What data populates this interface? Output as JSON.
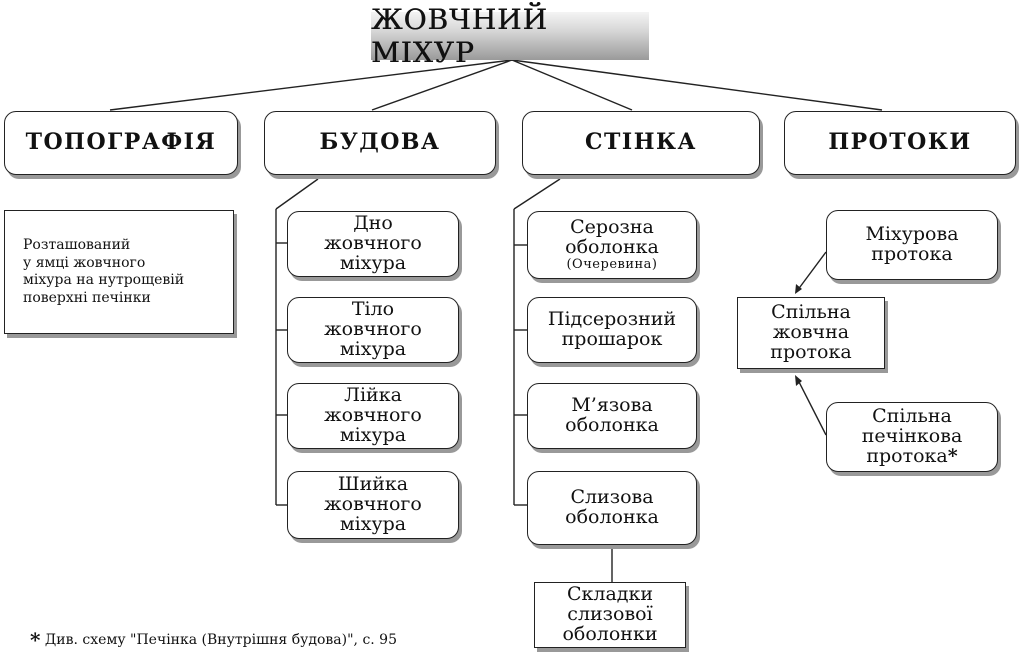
{
  "title": "ЖОВЧНИЙ МІХУР",
  "categories": {
    "topography": "ТОПОГРАФІЯ",
    "structure": "БУДОВА",
    "wall": "СТІНКА",
    "ducts": "ПРОТОКИ"
  },
  "topography_text": [
    "Розташований",
    "у ямці жовчного",
    "міхура на нутрощевій",
    "поверхні печінки"
  ],
  "structure_items": [
    [
      "Дно",
      "жовчного",
      "міхура"
    ],
    [
      "Тіло",
      "жовчного",
      "міхура"
    ],
    [
      "Лійка",
      "жовчного",
      "міхура"
    ],
    [
      "Шийка",
      "жовчного",
      "міхура"
    ]
  ],
  "wall_items": {
    "serous": [
      "Серозна",
      "оболонка"
    ],
    "serous_note": "(Очеревина)",
    "subserous": [
      "Підсерозний",
      "прошарок"
    ],
    "muscular": [
      "М’язова",
      "оболонка"
    ],
    "mucous": [
      "Слизова",
      "оболонка"
    ],
    "folds": [
      "Складки",
      "слизової",
      "оболонки"
    ]
  },
  "duct_items": {
    "cystic": [
      "Міхурова",
      "протока"
    ],
    "common_bile": [
      "Спільна",
      "жовчна",
      "протока"
    ],
    "common_hepatic": [
      "Спільна",
      "печінкова",
      "протока"
    ],
    "common_hepatic_mark": "*"
  },
  "footnote": {
    "mark": "*",
    "text": "Див. схему \"Печінка (Внутрішня будова)\", с. 95"
  }
}
